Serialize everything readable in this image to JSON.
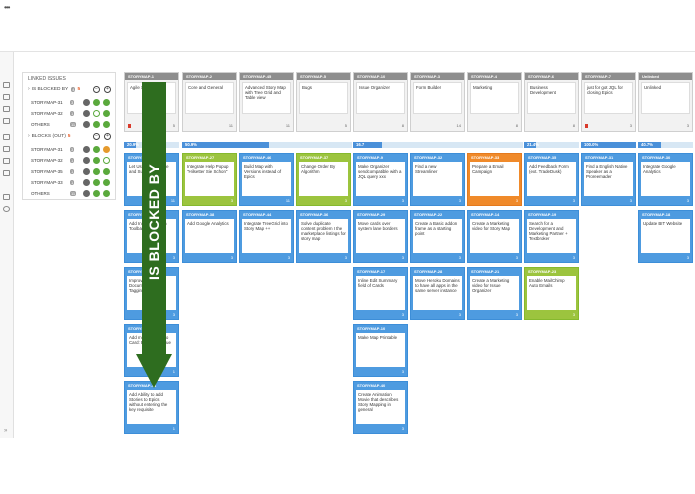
{
  "app": {
    "menu_icon": "ellipsis-icon"
  },
  "linked_issues": {
    "title": "LINKED ISSUES",
    "is_blocked_by": {
      "label": "IS BLOCKED BY",
      "count_badge": "4",
      "count_note": "5"
    },
    "rows_blocked_by": [
      {
        "key": "STORYMAP-31",
        "count": "3"
      },
      {
        "key": "STORYMAP-32",
        "count": "1"
      },
      {
        "key": "OTHERS",
        "count": "11"
      }
    ],
    "blocks": {
      "label": "BLOCKS (OUT)",
      "count_note": "5"
    },
    "rows_blocks": [
      {
        "key": "STORYMAP-31",
        "count": "3"
      },
      {
        "key": "STORYMAP-32",
        "count": "1"
      },
      {
        "key": "STORYMAP-35",
        "count": "1"
      },
      {
        "key": "STORYMAP-33",
        "count": "1"
      },
      {
        "key": "OTHERS",
        "count": "11"
      }
    ]
  },
  "header_cards": [
    {
      "key": "STORYMAP-1",
      "title": "Agile Story Map",
      "foot": "5"
    },
    {
      "key": "STORYMAP-2",
      "title": "Core and General",
      "foot": "11"
    },
    {
      "key": "STORYMAP-45",
      "title": "Advanced Story Map with Tree Grid and Table view",
      "foot": "11"
    },
    {
      "key": "STORYMAP-5",
      "title": "Bugs",
      "foot": "5"
    },
    {
      "key": "STORYMAP-10",
      "title": "Issue Organizer",
      "foot": "8"
    },
    {
      "key": "STORYMAP-3",
      "title": "Form Builder",
      "foot": "14"
    },
    {
      "key": "STORYMAP-4",
      "title": "Marketing",
      "foot": "8"
    },
    {
      "key": "STORYMAP-6",
      "title": "Business Development",
      "foot": "8"
    },
    {
      "key": "STORYMAP-7",
      "title": "just for got JQL for closing Epics",
      "foot": "3"
    },
    {
      "key": "Unlinked",
      "title": "Unlinked",
      "foot": "3"
    }
  ],
  "progress": [
    {
      "label": "20.9%"
    },
    {
      "label": "50.9%"
    },
    {
      "label": "16.7"
    },
    {
      "label": "21.4%"
    },
    {
      "label": "100.0%"
    },
    {
      "label": "40.7%"
    }
  ],
  "cards": {
    "col0": [
      {
        "key": "STORYMAP-20",
        "title": "Let Users Subscribe and Support Ticket",
        "foot": "11"
      },
      {
        "key": "STORYMAP-30",
        "title": "Add Instructions on Toolbar",
        "foot": "3"
      },
      {
        "key": "STORYMAP-31",
        "title": "Improve Documentation for Tagging",
        "foot": "3"
      },
      {
        "key": "STORYMAP-42",
        "title": "Add more options to Card: Business Value",
        "foot": "1"
      },
      {
        "key": "STORYMAP-48",
        "title": "Add Ability to add Stories to Epics without entering the key requisite",
        "foot": "1"
      }
    ],
    "col1": [
      {
        "key": "STORYMAP-27",
        "title": "Integrate Help Popup \"Hilsetter Sie Schon\"",
        "foot": "3"
      },
      {
        "key": "STORYMAP-38",
        "title": "Add Google Analytics",
        "foot": "3"
      }
    ],
    "col2": [
      {
        "key": "STORYMAP-46",
        "title": "Build Map with Versions instead of Epics",
        "foot": "11"
      },
      {
        "key": "STORYMAP-44",
        "title": "Integrate TreeGrid into Story Map ++",
        "foot": "3"
      }
    ],
    "col3": [
      {
        "key": "STORYMAP-37",
        "title": "Change Order By Algorithm",
        "foot": "3"
      },
      {
        "key": "STORYMAP-36",
        "title": "Solve duplicate content problem I the marketplace listings for story map",
        "foot": "3"
      }
    ],
    "col4": [
      {
        "key": "STORYMAP-9",
        "title": "Make Organizer sendcompatible with a JQL query xxx",
        "foot": "3"
      },
      {
        "key": "STORYMAP-29",
        "title": "Move cards over system lane borders",
        "foot": "3"
      },
      {
        "key": "STORYMAP-17",
        "title": "Inline Edit Summary field of Cards",
        "foot": "3"
      },
      {
        "key": "STORYMAP-10",
        "title": "Make Map Printable",
        "foot": "3"
      },
      {
        "key": "STORYMAP-40",
        "title": "Create Animation Movie that describes Story Mapping in general",
        "foot": "3"
      }
    ],
    "col5": [
      {
        "key": "STORYMAP-32",
        "title": "Find a new Streamliner",
        "foot": "3"
      },
      {
        "key": "STORYMAP-22",
        "title": "Create a Basic addon frame as a starting point",
        "foot": "3"
      },
      {
        "key": "STORYMAP-28",
        "title": "Move Heroku Domains to have all apps in the same server instance",
        "foot": "3"
      }
    ],
    "col6": [
      {
        "key": "STORYMAP-33",
        "title": "Prepare a Email Campaign",
        "foot": "3"
      },
      {
        "key": "STORYMAP-14",
        "title": "Create a Marketing video for Story Map",
        "foot": "3"
      },
      {
        "key": "STORYMAP-21",
        "title": "Create a Marketing video for Issue Organizer",
        "foot": "3"
      }
    ],
    "col7": [
      {
        "key": "STORYMAP-35",
        "title": "Add Feedback Form (ext. TradeDusk)",
        "foot": "3"
      },
      {
        "key": "STORYMAP-19",
        "title": "Search for a Development and Marketing Partner + Textbroker",
        "foot": "3"
      },
      {
        "key": "STORYMAP-23",
        "title": "Enable MailChimp Auto Emails",
        "foot": "3"
      }
    ],
    "col8": [
      {
        "key": "STORYMAP-31",
        "title": "Find a English Native Speaker as a Proreemader",
        "foot": "3"
      }
    ],
    "col9": [
      {
        "key": "STORYMAP-30",
        "title": "Integrate Google Analytics",
        "foot": "3"
      },
      {
        "key": "STORYMAP-18",
        "title": "Update BIT Website",
        "foot": "3"
      }
    ]
  },
  "overlay": {
    "label": "IS BLOCKED BY"
  },
  "colors": {
    "arrow": "#2e6d1f",
    "card_blue": "#4e9be0",
    "card_green": "#9cc43e",
    "card_orange": "#f08a2a",
    "header_gray": "#8e8e8e"
  }
}
